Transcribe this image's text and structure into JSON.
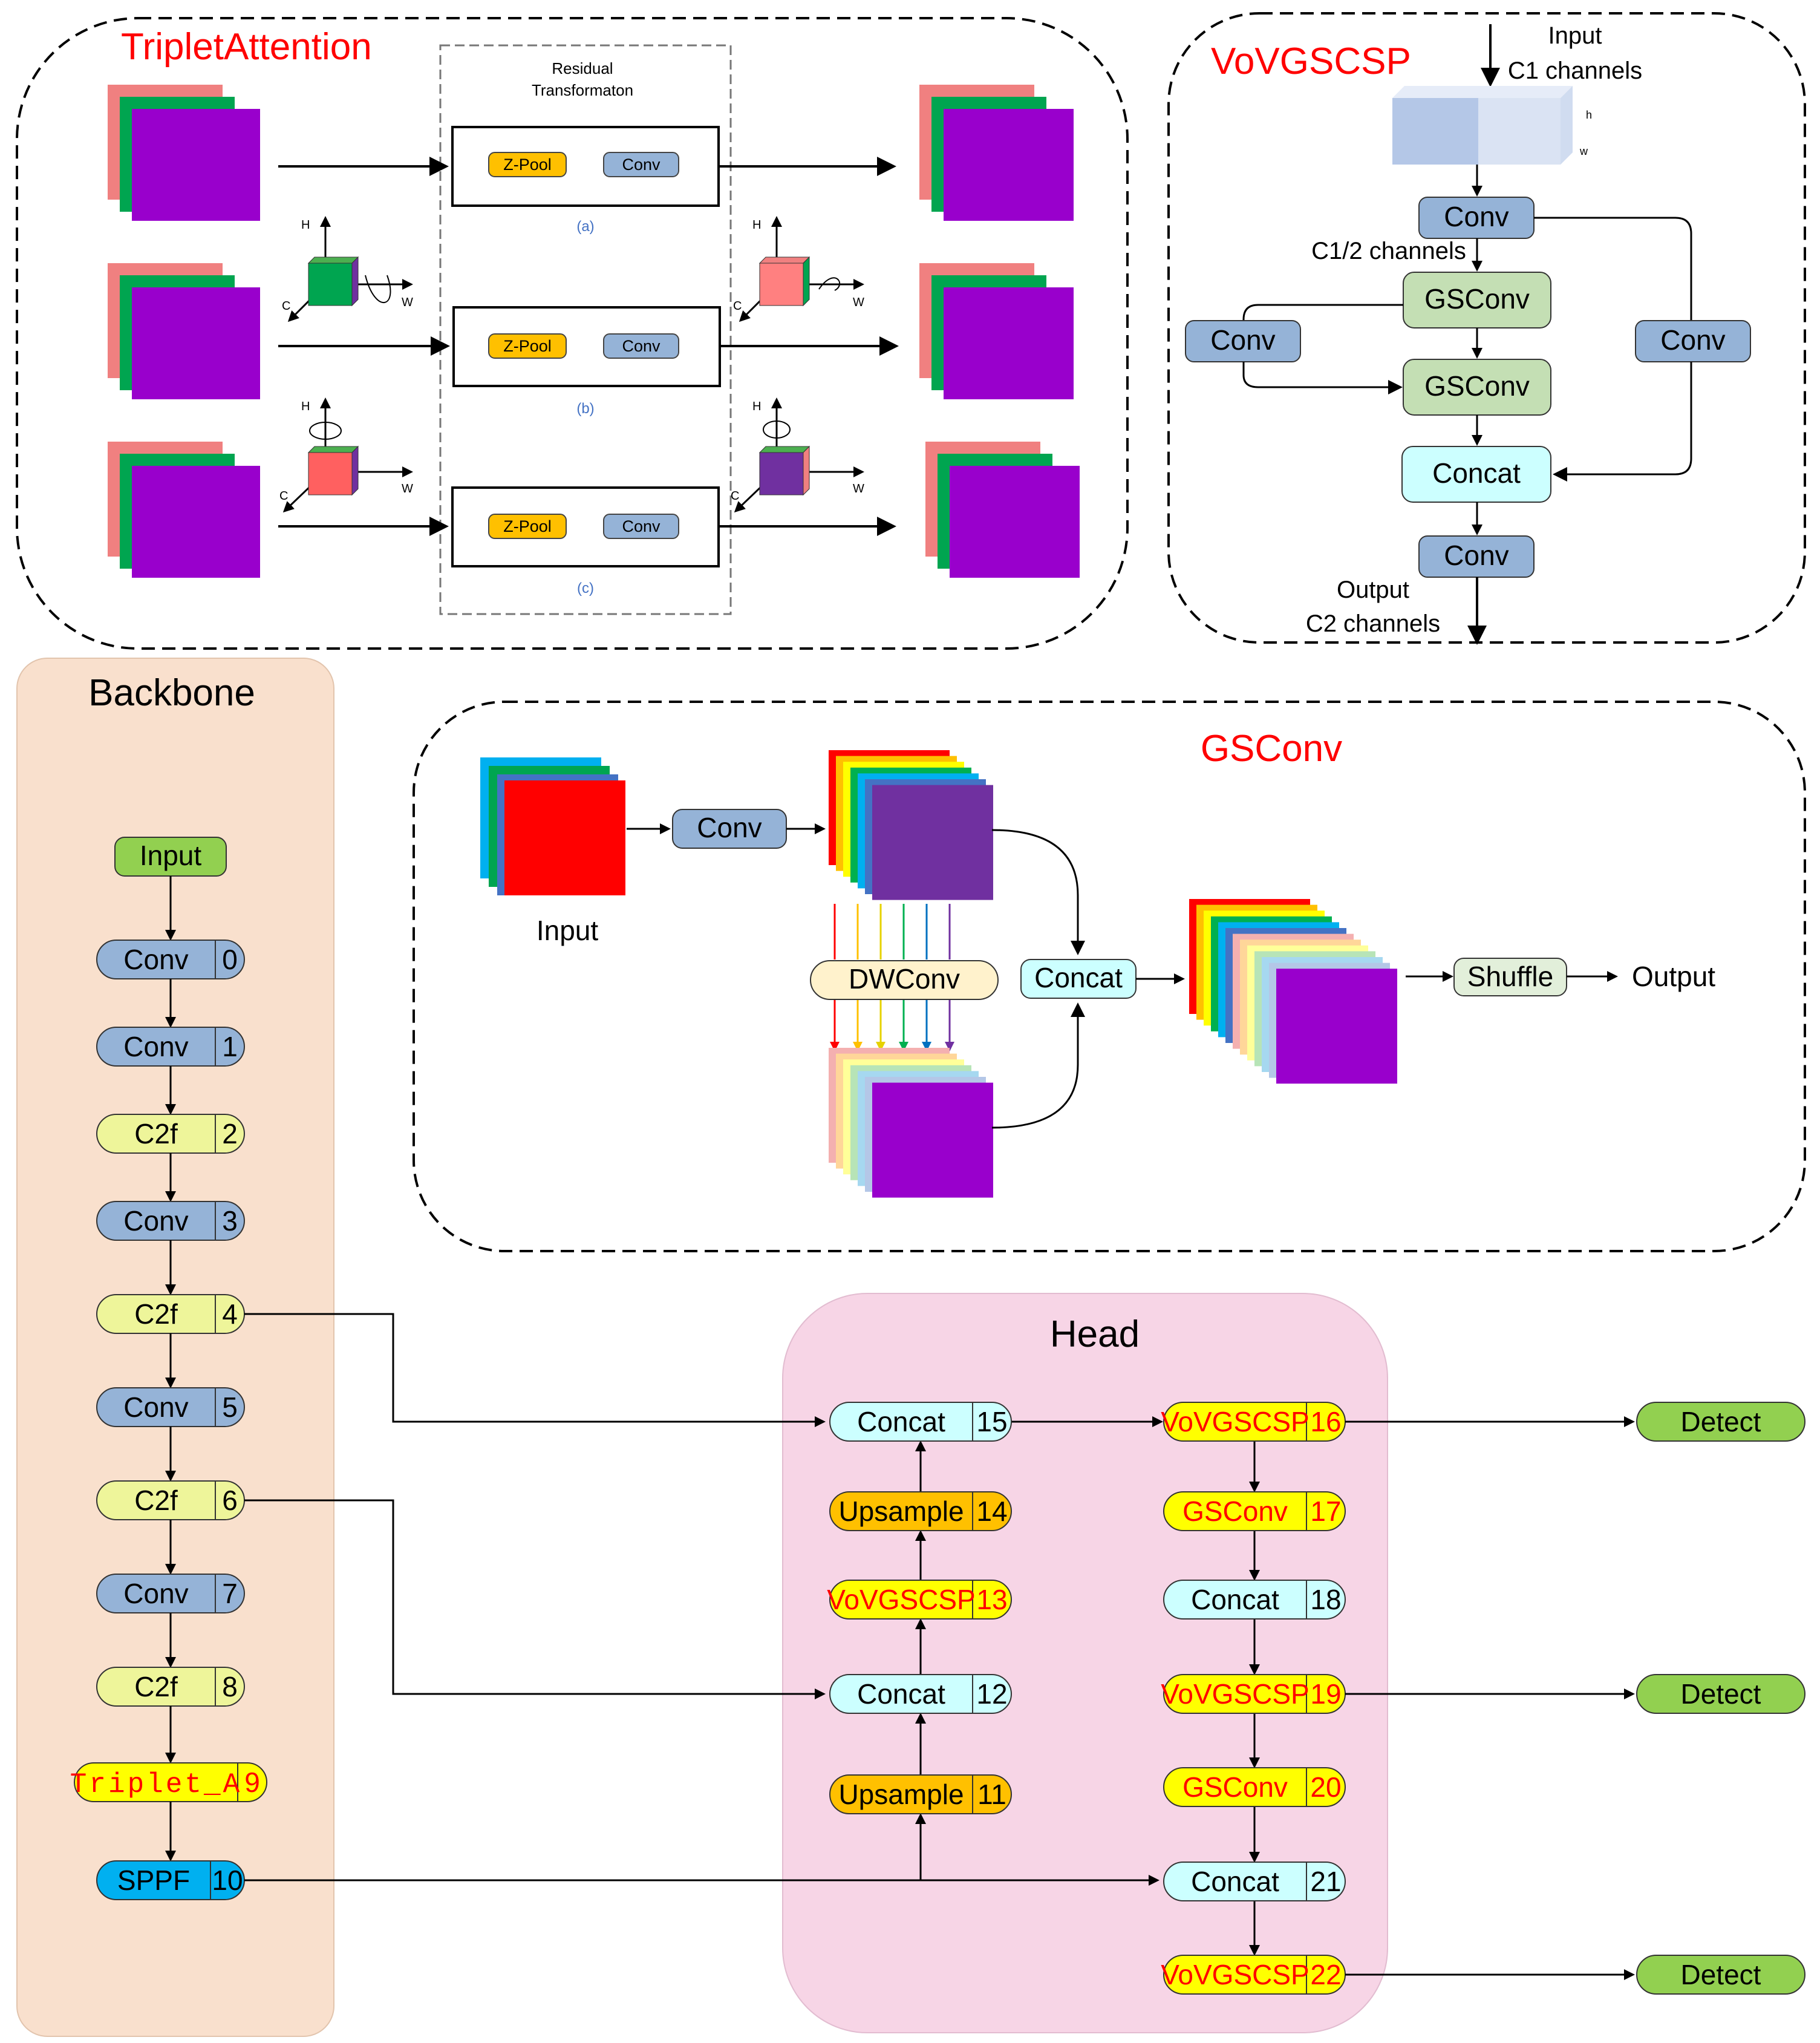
{
  "panels": {
    "triplet": {
      "title": "TripletAttention",
      "residual_label_1": "Residual",
      "residual_label_2": "Transformaton",
      "rows": [
        {
          "zpool": "Z-Pool",
          "conv": "Conv",
          "tag": "(a)"
        },
        {
          "zpool": "Z-Pool",
          "conv": "Conv",
          "tag": "(b)"
        },
        {
          "zpool": "Z-Pool",
          "conv": "Conv",
          "tag": "(c)"
        }
      ],
      "axis_h": "H",
      "axis_c": "C",
      "axis_w": "W"
    },
    "vov": {
      "title": "VoVGSCSP",
      "input_1": "Input",
      "input_2": "C1 channels",
      "tensor_h": "h",
      "tensor_w": "w",
      "conv_top": "Conv",
      "half_channels": "C1/2 channels",
      "gsconv_1": "GSConv",
      "gsconv_2": "GSConv",
      "conv_left": "Conv",
      "conv_right": "Conv",
      "concat": "Concat",
      "conv_bottom": "Conv",
      "output_1": "Output",
      "output_2": "C2 channels"
    },
    "gsconv": {
      "title": "GSConv",
      "input": "Input",
      "conv": "Conv",
      "dwconv": "DWConv",
      "concat": "Concat",
      "shuffle": "Shuffle",
      "output": "Output"
    },
    "backbone": {
      "title": "Backbone",
      "input": "Input",
      "nodes": [
        {
          "label": "Conv",
          "idx": "0"
        },
        {
          "label": "Conv",
          "idx": "1"
        },
        {
          "label": "C2f",
          "idx": "2"
        },
        {
          "label": "Conv",
          "idx": "3"
        },
        {
          "label": "C2f",
          "idx": "4"
        },
        {
          "label": "Conv",
          "idx": "5"
        },
        {
          "label": "C2f",
          "idx": "6"
        },
        {
          "label": "Conv",
          "idx": "7"
        },
        {
          "label": "C2f",
          "idx": "8"
        },
        {
          "label": "Triplet_A",
          "idx": "9"
        },
        {
          "label": "SPPF",
          "idx": "10"
        }
      ]
    },
    "head": {
      "title": "Head",
      "left_col": [
        {
          "label": "Concat",
          "idx": "15"
        },
        {
          "label": "Upsample",
          "idx": "14"
        },
        {
          "label": "VoVGSCSP",
          "idx": "13"
        },
        {
          "label": "Concat",
          "idx": "12"
        },
        {
          "label": "Upsample",
          "idx": "11"
        }
      ],
      "right_col": [
        {
          "label": "VoVGSCSP",
          "idx": "16"
        },
        {
          "label": "GSConv",
          "idx": "17"
        },
        {
          "label": "Concat",
          "idx": "18"
        },
        {
          "label": "VoVGSCSP",
          "idx": "19"
        },
        {
          "label": "GSConv",
          "idx": "20"
        },
        {
          "label": "Concat",
          "idx": "21"
        },
        {
          "label": "VoVGSCSP",
          "idx": "22"
        }
      ],
      "detect": [
        "Detect",
        "Detect",
        "Detect"
      ]
    }
  },
  "colors": {
    "conv": "#95b3d7",
    "c2f": "#eef59a",
    "yellow": "#ffff00",
    "orange": "#ffc000",
    "concat": "#ccffff",
    "gsconv": "#c4dfb4",
    "detect": "#92d050",
    "input": "#92d050",
    "sppf": "#00b0f0",
    "dwconv": "#fff2cc",
    "shuffle": "#e2efda",
    "purple": "#9900cc",
    "red_title": "#ff0000",
    "backbone_bg": "#f9e0cd",
    "head_bg": "#f7d5e6"
  }
}
